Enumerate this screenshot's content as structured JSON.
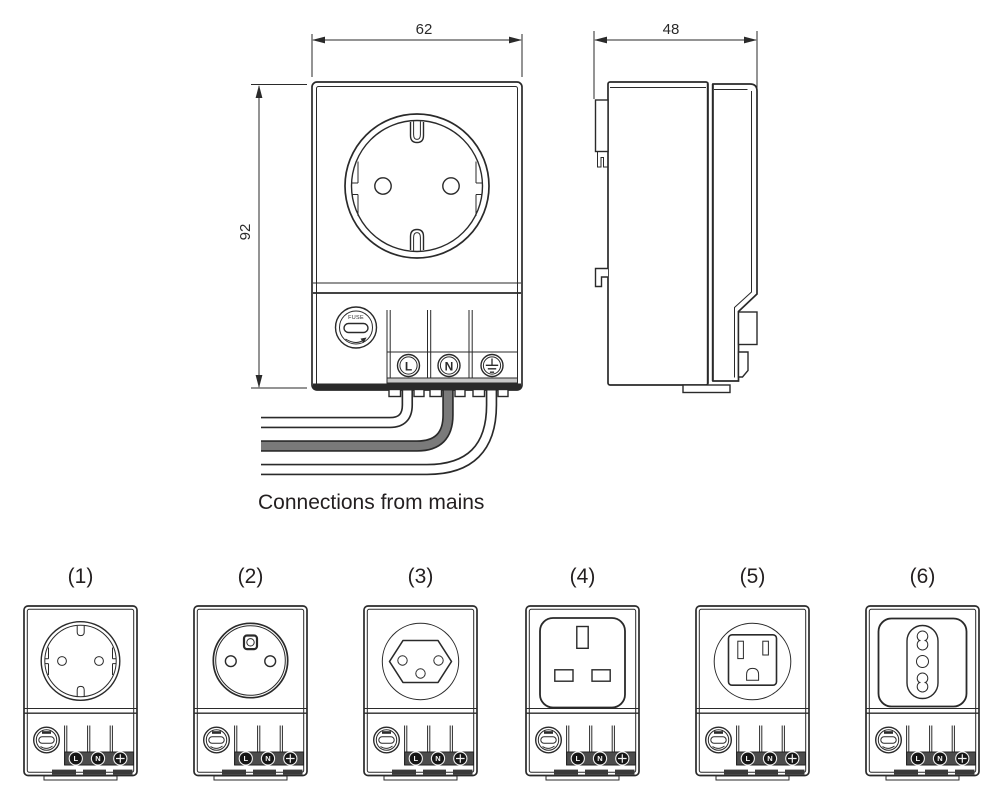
{
  "drawing": {
    "dimension_width": "62",
    "dimension_height": "92",
    "dimension_depth": "48",
    "caption": "Connections from mains",
    "fuse_label": "FUSE",
    "terminal_line": "L",
    "terminal_neutral": "N"
  },
  "sockets": {
    "items": [
      {
        "label": "(1)"
      },
      {
        "label": "(2)"
      },
      {
        "label": "(3)"
      },
      {
        "label": "(4)"
      },
      {
        "label": "(5)"
      },
      {
        "label": "(6)"
      }
    ]
  },
  "colors": {
    "line": "#2a2a2a",
    "wire_neutral": "#7a7a7a",
    "terminal_strip": "#c9c9c9",
    "screw_band": "#4c4c4c"
  }
}
